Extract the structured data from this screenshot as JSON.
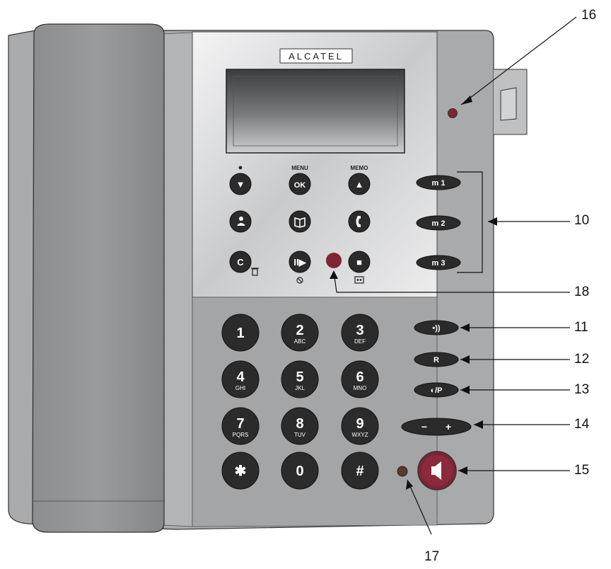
{
  "brand": "ALCATEL",
  "callouts": [
    "16",
    "10",
    "18",
    "11",
    "12",
    "13",
    "14",
    "15",
    "17"
  ],
  "nav_labels": {
    "record_dot": "●",
    "menu": "MENU",
    "memo": "MEMO"
  },
  "nav_buttons": {
    "down": "▼",
    "ok": "OK",
    "up": "▲",
    "clear": "C",
    "play": "II▶",
    "stop": "■"
  },
  "memory_keys": [
    "m 1",
    "m 2",
    "m 3"
  ],
  "keypad": [
    {
      "digit": "1",
      "letters": ""
    },
    {
      "digit": "2",
      "letters": "ABC"
    },
    {
      "digit": "3",
      "letters": "DEF"
    },
    {
      "digit": "4",
      "letters": "GHI"
    },
    {
      "digit": "5",
      "letters": "JKL"
    },
    {
      "digit": "6",
      "letters": "MNO"
    },
    {
      "digit": "7",
      "letters": "PQRS"
    },
    {
      "digit": "8",
      "letters": "TUV"
    },
    {
      "digit": "9",
      "letters": "WXYZ"
    },
    {
      "digit": "✱",
      "letters": ""
    },
    {
      "digit": "0",
      "letters": ""
    },
    {
      "digit": "#",
      "letters": ""
    }
  ],
  "side_keys": {
    "redial": "•))",
    "recall": "R",
    "mute_pause": "◐/P",
    "volume_minus": "−",
    "volume_plus": "+"
  },
  "colors": {
    "body": "#a8a9ab",
    "panel": "#d9dadc",
    "key": "#2b2b2b",
    "led": "#7e2433",
    "handset": "#8d8e90",
    "speaker": "#7e2433"
  }
}
